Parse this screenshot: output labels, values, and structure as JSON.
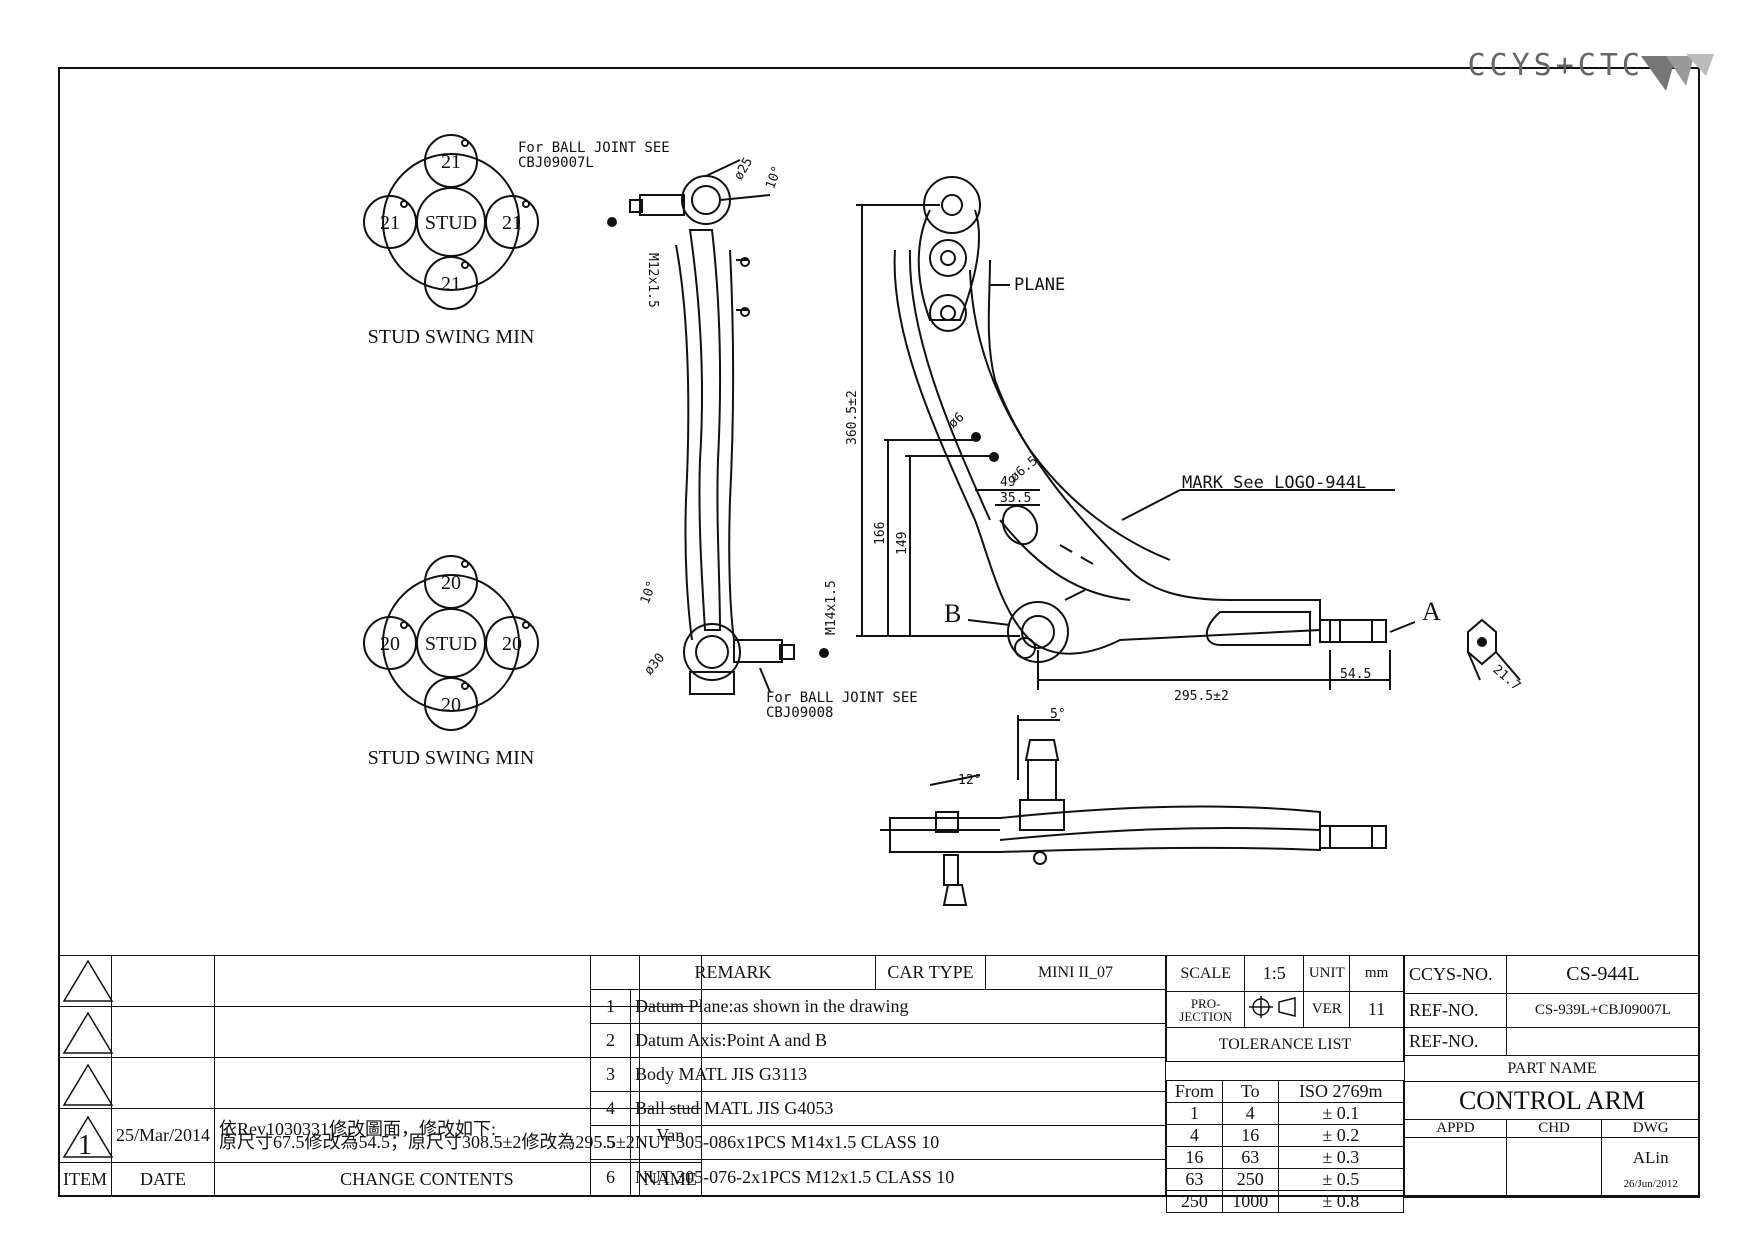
{
  "logo": {
    "text": "CCYS+CTC"
  },
  "stud_diagrams": [
    {
      "center": "STUD",
      "top": "21",
      "left": "21",
      "right": "21",
      "bottom": "21",
      "caption": "STUD SWING MIN"
    },
    {
      "center": "STUD",
      "top": "20",
      "left": "20",
      "right": "20",
      "bottom": "20",
      "caption": "STUD SWING MIN"
    }
  ],
  "drawing_labels": {
    "ball_joint_top": "For BALL JOINT SEE",
    "ball_joint_top_ref": "CBJ09007L",
    "ball_joint_bottom": "For BALL JOINT SEE",
    "ball_joint_bottom_ref": "CBJ09008",
    "phi25": "ø25",
    "deg10_top": "10°",
    "m12": "M12x1.5",
    "m14": "M14x1.5",
    "deg10_bottom": "10°",
    "phi30": "ø30",
    "plane": "PLANE",
    "mark": "MARK See LOGO-944L",
    "dim_360": "360.5±2",
    "dim_166": "166",
    "dim_149": "149",
    "phi6": "ø6",
    "phi65": "ø6.5",
    "dim_49": "49",
    "dim_355": "35.5",
    "label_b": "B",
    "label_a": "A",
    "dim_545": "54.5",
    "dim_2955": "295.5±2",
    "dim_217": "21.7",
    "deg5": "5°",
    "deg12": "12°"
  },
  "revision": {
    "item": "1",
    "date": "25/Mar/2014",
    "change_line1": "依Rev1030331修改圖面，修改如下:",
    "change_line2": "原尺寸67.5修改為54.5；原尺寸308.5±2修改為295.5±2",
    "name": "Van",
    "headers": {
      "item": "ITEM",
      "date": "DATE",
      "change": "CHANGE CONTENTS",
      "name": "NAME"
    }
  },
  "remarks": {
    "header": "REMARK",
    "car_type_label": "CAR TYPE",
    "car_type_value": "MINI II_07",
    "rows": [
      {
        "no": "1",
        "text": "Datum Plane:as shown in the drawing"
      },
      {
        "no": "2",
        "text": "Datum Axis:Point A and B"
      },
      {
        "no": "3",
        "text": "Body MATL JIS G3113"
      },
      {
        "no": "4",
        "text": "Ball stud MATL JIS G4053"
      },
      {
        "no": "5",
        "text": "NUT 305-086x1PCS M14x1.5 CLASS 10"
      },
      {
        "no": "6",
        "text": "NUT 305-076-2x1PCS M12x1.5 CLASS 10"
      }
    ]
  },
  "scale_block": {
    "scale_label": "SCALE",
    "scale_value": "1:5",
    "unit_label": "UNIT",
    "unit_value": "mm",
    "projection_label": "PRO-\nJECTION",
    "ver_label": "VER",
    "ver_value": "11",
    "tolerance_title": "TOLERANCE LIST",
    "tol_headers": [
      "From",
      "To",
      "ISO 2769m"
    ],
    "tol_rows": [
      [
        "1",
        "4",
        "± 0.1"
      ],
      [
        "4",
        "16",
        "± 0.2"
      ],
      [
        "16",
        "63",
        "± 0.3"
      ],
      [
        "63",
        "250",
        "± 0.5"
      ],
      [
        "250",
        "1000",
        "± 0.8"
      ]
    ]
  },
  "part_block": {
    "ccys_label": "CCYS-NO.",
    "ccys_value": "CS-944L",
    "ref1_label": "REF-NO.",
    "ref1_value": "CS-939L+CBJ09007L",
    "ref2_label": "REF-NO.",
    "ref2_value": "",
    "part_name_label": "PART NAME",
    "part_name": "CONTROL ARM",
    "appd": "APPD",
    "chd": "CHD",
    "dwg": "DWG",
    "drawn_by": "ALin",
    "drawn_date": "26/Jun/2012"
  }
}
